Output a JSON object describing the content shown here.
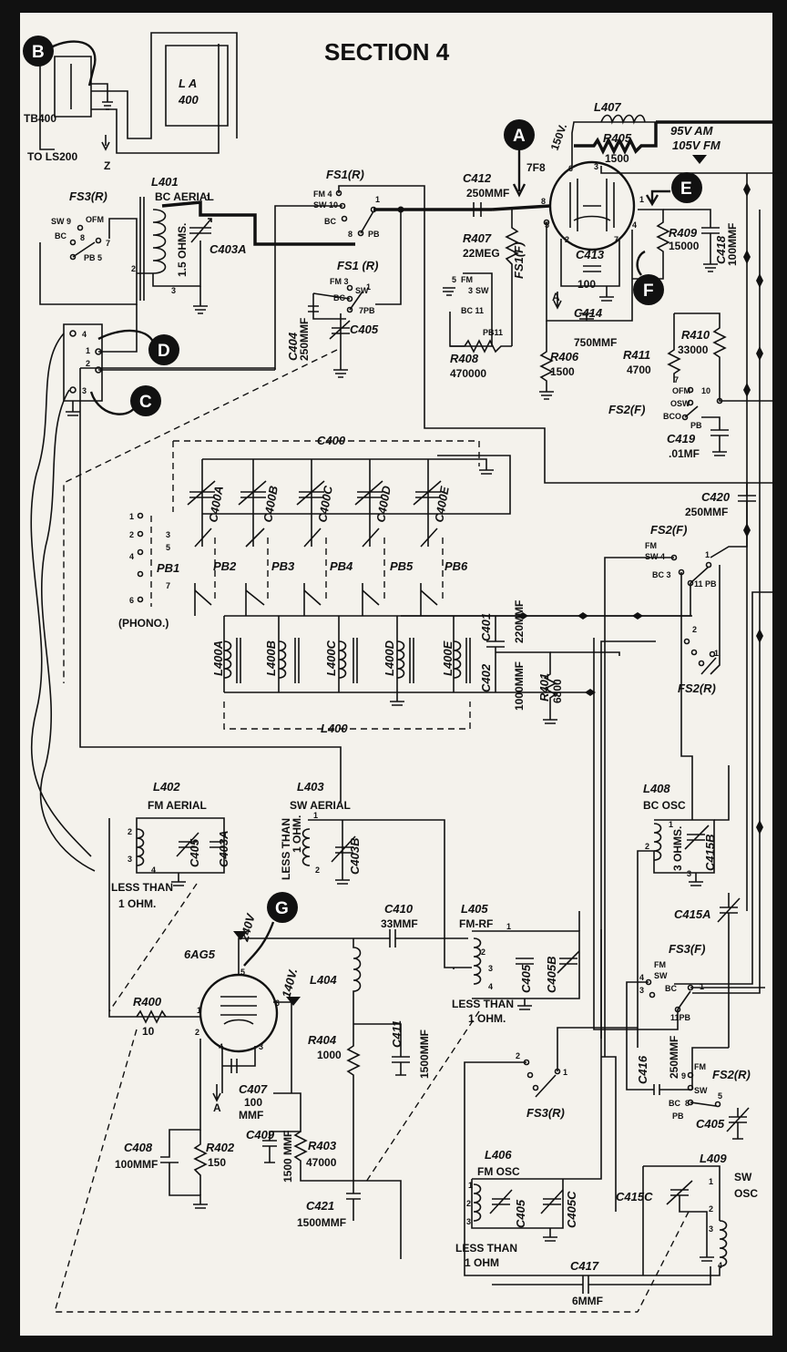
{
  "title": "SECTION 4",
  "markers": [
    "A",
    "B",
    "C",
    "D",
    "E",
    "F",
    "G"
  ],
  "top_left": {
    "tb": "TB400",
    "to": "TO LS200",
    "z": "Z",
    "la": "L A",
    "la_num": "400",
    "fs3r": "FS3(R)",
    "fs3r_pins": [
      "SW 9",
      "OFM",
      "BC",
      "8",
      "7",
      "PB 5"
    ]
  },
  "l401": {
    "name": "L401",
    "sub": "BC AERIAL",
    "ohms": "1.5 OHMS.",
    "p1": "1",
    "p2": "2",
    "p3": "3",
    "cap": "C403A"
  },
  "fs1r_top": {
    "name": "FS1(R)",
    "pins": [
      "FM 4",
      "SW 10",
      "BC",
      "1",
      "8",
      "PB"
    ]
  },
  "fs1r_low": {
    "name": "FS1 (R)",
    "pins": [
      "FM 3",
      "SW",
      "BC",
      "1",
      "7PB"
    ]
  },
  "c404": {
    "name": "C404",
    "val": "250MMF"
  },
  "c405_top": "C405",
  "tube_top": {
    "name": "7F8",
    "v150": "150V.",
    "pins": [
      "6",
      "3",
      "8",
      "5",
      "4",
      "1",
      "2",
      "7"
    ],
    "c412": "C412",
    "c412v": "250MMF",
    "r407": "R407",
    "r407v": "22MEG",
    "fs1f": "FS1(F)",
    "c413": "C413",
    "c413v": "100",
    "c414": "C414",
    "c414v": "750MMF",
    "r406": "R406",
    "r406v": "1500",
    "r408": "R408",
    "r408v": "470000",
    "sw_pins": [
      "5",
      "FM",
      "3",
      "SW",
      "BC 11",
      "PB11"
    ],
    "a": "A"
  },
  "l407": {
    "name": "L407",
    "r405": "R405",
    "r405v": "1500"
  },
  "supply": {
    "v1": "95V AM",
    "v2": "105V FM"
  },
  "r409": {
    "name": "R409",
    "val": "15000"
  },
  "c418": {
    "name": "C418",
    "val": "100MMF"
  },
  "r410": {
    "name": "R410",
    "val": "33000"
  },
  "r411": {
    "name": "R411",
    "val": "4700"
  },
  "fs2f_a": {
    "name": "FS2(F)",
    "pins": [
      "7",
      "OFM",
      "10",
      "OSW",
      "BCO",
      "PB"
    ]
  },
  "c419": {
    "name": "C419",
    "val": ".01MF"
  },
  "c420": {
    "name": "C420",
    "val": "250MMF"
  },
  "fs2f_b": {
    "name": "FS2(F)",
    "pins": [
      "FM",
      "SW 4",
      "BC 3",
      "1",
      "11 PB"
    ]
  },
  "fs2r_a": {
    "name": "FS2(R)",
    "pins": [
      "2",
      "1"
    ]
  },
  "c400": {
    "name": "C400",
    "caps": [
      "C400A",
      "C400B",
      "C400C",
      "C400D",
      "C400E"
    ]
  },
  "pb": {
    "names": [
      "PB1",
      "PB2",
      "PB3",
      "PB4",
      "PB5",
      "PB6"
    ],
    "phono": "(PHONO.)",
    "pb1_pins": [
      "1",
      "2",
      "3",
      "4",
      "5",
      "6",
      "7"
    ],
    "pins": [
      "1",
      "2",
      "3",
      "4"
    ]
  },
  "l400": {
    "name": "L400",
    "coils": [
      "L400A",
      "L400B",
      "L400C",
      "L400D",
      "L400E"
    ]
  },
  "c401": {
    "name": "C401",
    "val": "220MMF"
  },
  "c402": {
    "name": "C402",
    "val": "1000MMF"
  },
  "r401": {
    "name": "R401",
    "val": "6800"
  },
  "l402": {
    "name": "L402",
    "sub": "FM AERIAL",
    "pins": [
      "2",
      "3",
      "4"
    ],
    "caps": [
      "C405",
      "C403A"
    ],
    "less": "LESS THAN",
    "ohm": "1 OHM."
  },
  "l403": {
    "name": "L403",
    "sub": "SW AERIAL",
    "pins": [
      "1",
      "2"
    ],
    "cap": "C403B",
    "less": "LESS THAN",
    "ohm": "1 OHM."
  },
  "tube_bot": {
    "name": "6AG5",
    "v240": "240V",
    "v140": "140V.",
    "pins": [
      "5",
      "1",
      "6",
      "2",
      "4",
      "3"
    ],
    "r400": "R400",
    "r400v": "10",
    "c407": "C407",
    "c407v1": "100",
    "c407v2": "MMF",
    "a": "A",
    "c408": "C408",
    "c408v": "100MMF",
    "r402": "R402",
    "r402v": "150",
    "c409": "C409",
    "c409v": "1500 MMF",
    "r403": "R403",
    "r403v": "47000",
    "c410": "C410",
    "c410v": "33MMF",
    "l404": "L404",
    "r404": "R404",
    "r404v": "1000",
    "c411": "C411",
    "c411v": "1500MMF",
    "c421": "C421",
    "c421v": "1500MMF"
  },
  "l405": {
    "name": "L405",
    "sub": "FM-RF",
    "pins": [
      "1",
      "2",
      "3",
      "4"
    ],
    "caps": [
      "C405",
      "C405B"
    ],
    "less": "LESS THAN",
    "ohm": "1 OHM."
  },
  "fs3r_b": {
    "name": "FS3(R)",
    "pins": [
      "2",
      "1"
    ]
  },
  "l406": {
    "name": "L406",
    "sub": "FM OSC",
    "pins": [
      "1",
      "2",
      "3"
    ],
    "caps": [
      "C405",
      "C405C"
    ],
    "less": "LESS THAN",
    "ohm": "1 OHM"
  },
  "c417": {
    "name": "C417",
    "val": "6MMF"
  },
  "l408": {
    "name": "L408",
    "sub": "BC OSC",
    "pins": [
      "1",
      "2",
      "3"
    ],
    "ohms": "3 OHMS.",
    "cap": "C415B"
  },
  "c415a": "C415A",
  "fs3f": {
    "name": "FS3(F)",
    "pins": [
      "FM",
      "SW",
      "4",
      "3",
      "BC",
      "1",
      "11PB"
    ]
  },
  "c416": {
    "name": "C416",
    "val": "250MMF"
  },
  "fs2r_b": {
    "name": "FS2(R)",
    "pins": [
      "FM",
      "9",
      "SW",
      "BC",
      "8",
      "PB",
      "5"
    ],
    "cap": "C405"
  },
  "l409": {
    "name": "L409",
    "sub1": "SW",
    "sub2": "OSC",
    "pins": [
      "1",
      "2",
      "3",
      "4"
    ],
    "cap": "C415C"
  },
  "terminal_pins": [
    "4",
    "1",
    "2",
    "3"
  ]
}
